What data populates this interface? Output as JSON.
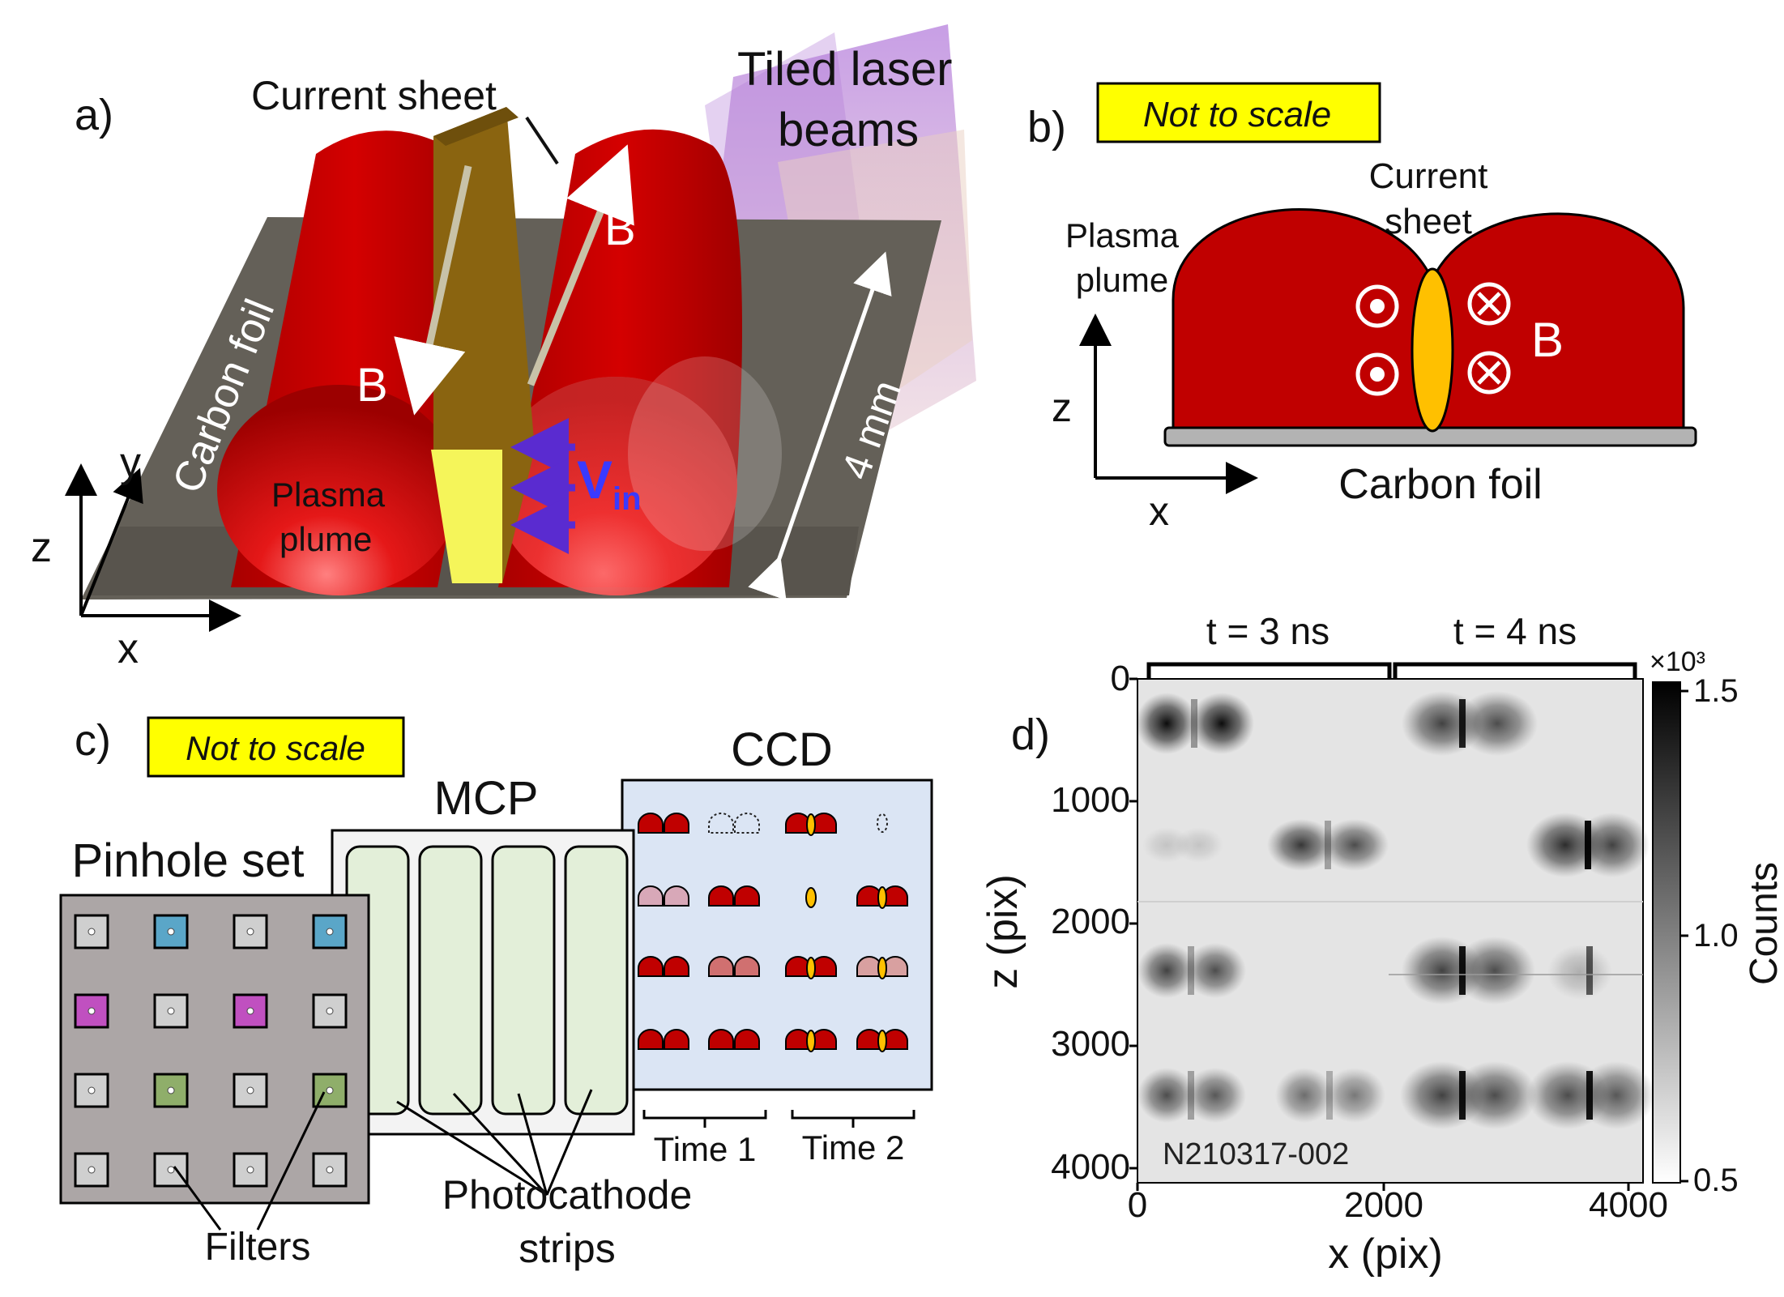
{
  "panel_a": {
    "label": "a)",
    "current_sheet": "Current sheet",
    "laser": [
      "Tiled laser",
      "beams"
    ],
    "carbon_foil": "Carbon foil",
    "b_label": "B",
    "plasma_plume": [
      "Plasma",
      "plume"
    ],
    "v_in": "V",
    "v_in_sub": "in",
    "scale": "4 mm",
    "axes": {
      "x": "x",
      "y": "y",
      "z": "z"
    }
  },
  "panel_b": {
    "label": "b)",
    "note": "Not to scale",
    "current_sheet": [
      "Current",
      "sheet"
    ],
    "plasma_plume": [
      "Plasma",
      "plume"
    ],
    "b_label": "B",
    "carbon_foil": "Carbon foil",
    "axes": {
      "x": "x",
      "z": "z"
    }
  },
  "panel_c": {
    "label": "c)",
    "note": "Not to scale",
    "mcp": "MCP",
    "ccd": "CCD",
    "pinhole_set": "Pinhole set",
    "filters": "Filters",
    "photocathode": [
      "Photocathode",
      "strips"
    ],
    "time1": "Time 1",
    "time2": "Time 2"
  },
  "panel_d": {
    "label": "d)",
    "t3": "t = 3 ns",
    "t4": "t = 4 ns",
    "xlabel": "x (pix)",
    "ylabel": "z (pix)",
    "xticks": [
      "0",
      "2000",
      "4000"
    ],
    "yticks": [
      "0",
      "1000",
      "2000",
      "3000",
      "4000"
    ],
    "shot_id": "N210317-002",
    "colorbar_label": "Counts",
    "colorbar_exponent": "×10³",
    "colorbar_ticks": [
      "1.5",
      "1.0",
      "0.5"
    ]
  },
  "colors": {
    "plasma": "#c00000",
    "sheet": "#8a6410",
    "sheet_face": "#f5f55a",
    "foil": "#646058",
    "note_bg": "#ffff00",
    "ccd_bg": "#dbe5f4",
    "strip": "#e3efd9",
    "vin": "#3a3aff"
  }
}
